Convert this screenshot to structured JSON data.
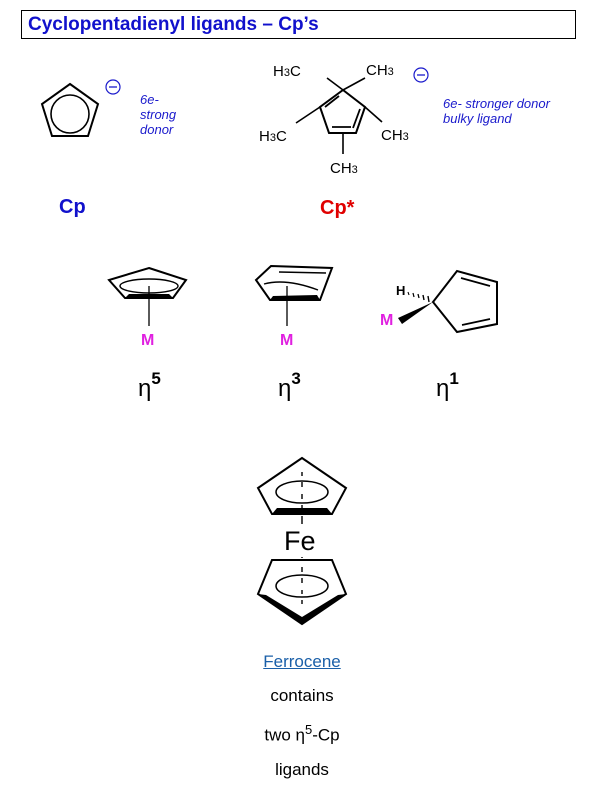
{
  "header": {
    "title": "Cyclopentadienyl ligands – Cp’s"
  },
  "cp": {
    "label": "Cp",
    "note_lines": [
      "6e-",
      "strong",
      "donor"
    ],
    "charge": "−"
  },
  "cpstar": {
    "label": "Cp*",
    "note_lines": [
      "6e- stronger donor",
      "bulky ligand"
    ],
    "charge": "−",
    "methyl": "CH",
    "methyl_sub": "3",
    "methyl_left_h": "H",
    "methyl_left_c": "C"
  },
  "hapticity": [
    {
      "symbol": "η",
      "number": "5",
      "metal": "M"
    },
    {
      "symbol": "η",
      "number": "3",
      "metal": "M"
    },
    {
      "symbol": "η",
      "number": "1",
      "metal": "M",
      "h": "H"
    }
  ],
  "ferrocene": {
    "metal": "Fe",
    "name": "Ferrocene",
    "line2": "contains",
    "line3_pre": "two η",
    "line3_sup": "5",
    "line3_post": "-Cp",
    "line4": "ligands"
  }
}
